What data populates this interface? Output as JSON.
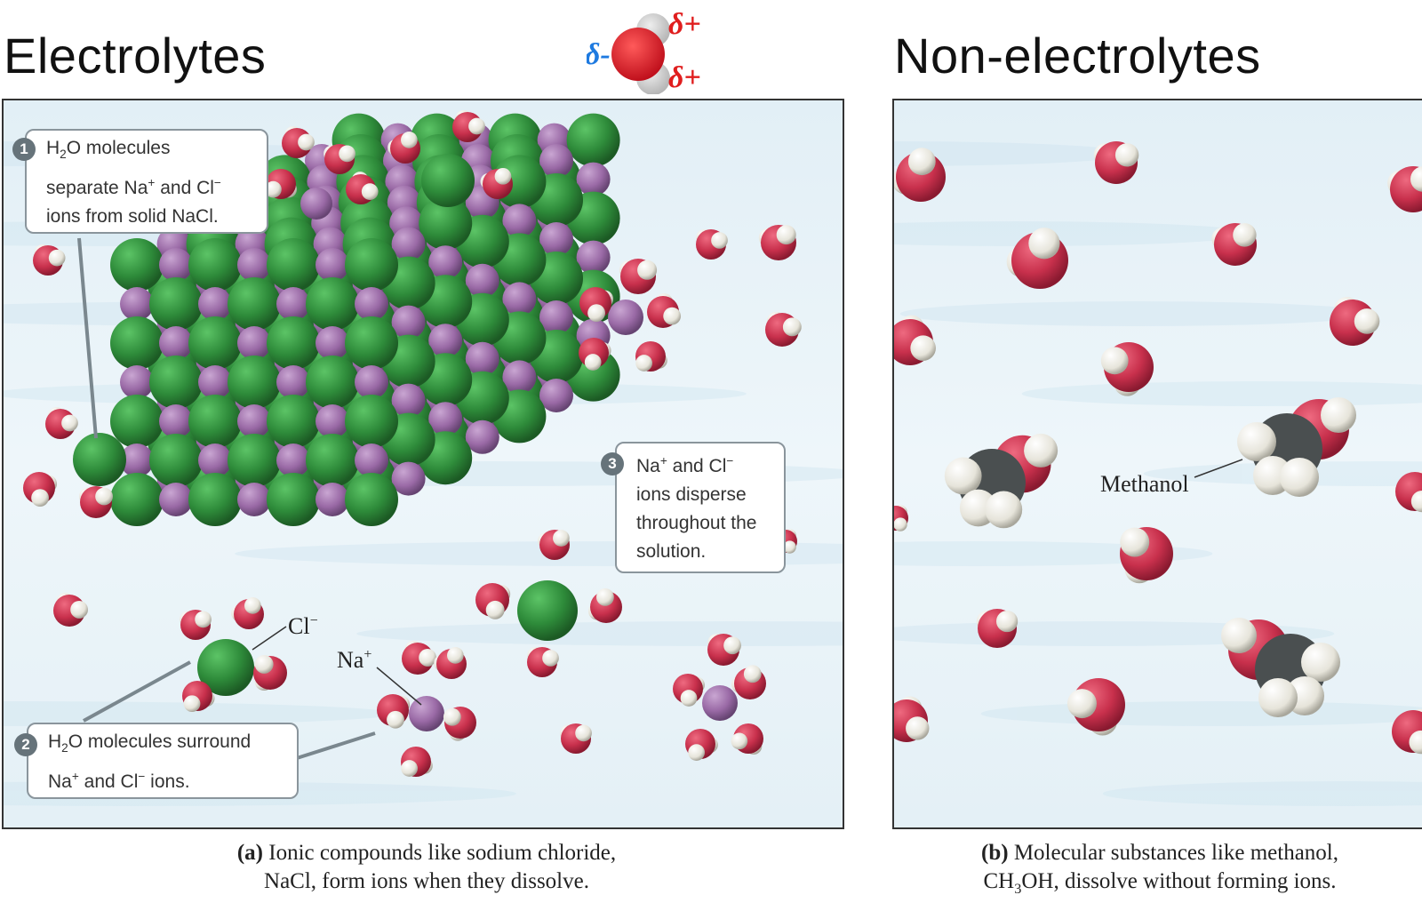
{
  "headings": {
    "left": "Electrolytes",
    "right": "Non-electrolytes"
  },
  "water_icon": {
    "delta_minus": "δ-",
    "delta_plus_top": "δ+",
    "delta_plus_bottom": "δ+",
    "colors": {
      "oxygen": "#d81e2a",
      "hydrogen": "#c9c9c9",
      "delta_minus": "#1e7ae0",
      "delta_plus": "#e01e1e"
    }
  },
  "panel_a": {
    "callout_1": {
      "number": "1",
      "line1_prefix": "H",
      "line1_sub": "2",
      "line1_suffix": "O molecules",
      "line2_prefix": "separate Na",
      "line2_sup1": "+",
      "line2_mid": " and Cl",
      "line2_sup2": "−",
      "line3": "ions from solid NaCl."
    },
    "callout_2": {
      "number": "2",
      "line1_prefix": "H",
      "line1_sub": "2",
      "line1_suffix": "O molecules surround",
      "line2_prefix": "Na",
      "line2_sup1": "+",
      "line2_mid": " and Cl",
      "line2_sup2": "−",
      "line2_suffix": " ions."
    },
    "callout_3": {
      "number": "3",
      "line1_prefix": "Na",
      "line1_sup1": "+",
      "line1_mid": " and Cl",
      "line1_sup2": "−",
      "line2": "ions disperse",
      "line3": "throughout the",
      "line4": "solution."
    },
    "label_cl": "Cl",
    "label_cl_sup": "−",
    "label_na": "Na",
    "label_na_sup": "+"
  },
  "panel_b": {
    "label_methanol": "Methanol"
  },
  "captions": {
    "a_bold": "(a)",
    "a_line1": " Ionic compounds like sodium chloride,",
    "a_line2": "NaCl, form ions when they dissolve.",
    "b_bold": "(b)",
    "b_line1": " Molecular substances like methanol,",
    "b_line2_prefix": "CH",
    "b_line2_sub": "3",
    "b_line2_suffix": "OH, dissolve without forming ions."
  },
  "colors": {
    "chloride": "#2e8b3a",
    "sodium": "#9a6aa6",
    "oxygen": "#c8304c",
    "hydrogen": "#eeeee6",
    "carbon": "#4a4f50",
    "background": "#e9f3f8",
    "callout_border": "#8a959c"
  }
}
